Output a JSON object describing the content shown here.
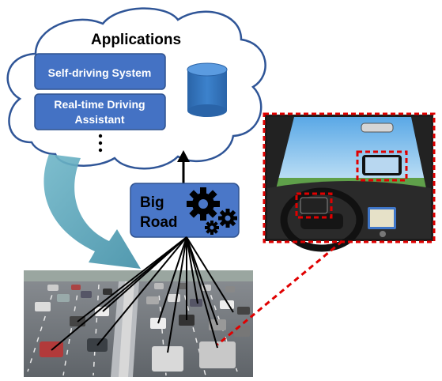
{
  "cloud": {
    "title": "Applications",
    "app1": "Self-driving System",
    "app2_line1": "Real-time Driving",
    "app2_line2": "Assistant",
    "ellipsis": "⋮"
  },
  "big_road": {
    "line1": "Big",
    "line2": "Road"
  },
  "colors": {
    "box_fill": "#4472c4",
    "box_stroke": "#2f528f",
    "big_road_fill": "#4a77c8",
    "gear": "#000000",
    "cloud_stroke": "#2f5597",
    "arrow_teal": "#5ba3b8",
    "dashed_red": "#e00000",
    "db_fill": "#2f6eb5"
  }
}
